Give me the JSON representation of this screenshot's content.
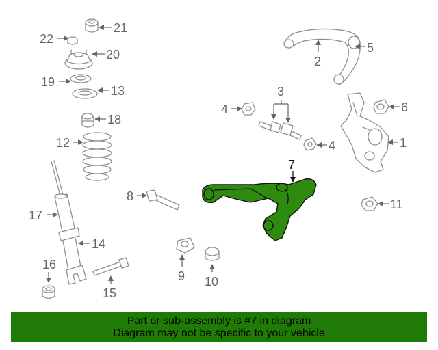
{
  "diagram": {
    "highlighted_part": "7",
    "callouts": {
      "c1": "1",
      "c2": "2",
      "c3": "3",
      "c4a": "4",
      "c4b": "4",
      "c5": "5",
      "c6": "6",
      "c7": "7",
      "c8": "8",
      "c9": "9",
      "c10": "10",
      "c11": "11",
      "c12": "12",
      "c13": "13",
      "c14": "14",
      "c15": "15",
      "c16": "16",
      "c17": "17",
      "c18": "18",
      "c19": "19",
      "c20": "20",
      "c21": "21",
      "c22": "22"
    },
    "colors": {
      "highlight": "#2e8b10",
      "footer": "#1f7a06",
      "line": "#8e8e8e"
    }
  },
  "footer": {
    "line1": "Part or sub-assembly is #7 in diagram",
    "line2": "Diagram may not be specific to your vehicle"
  }
}
